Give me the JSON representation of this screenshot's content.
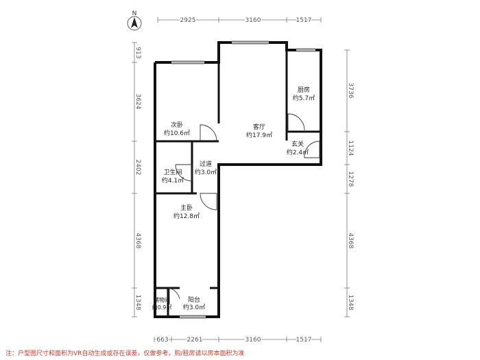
{
  "compass": {
    "label": "N"
  },
  "dimensions": {
    "top": [
      "2925",
      "3160",
      "1517"
    ],
    "bottom": [
      "663",
      "2261",
      "3160",
      "1517"
    ],
    "left": [
      "913",
      "3624",
      "2402",
      "4368",
      "1348"
    ],
    "right": [
      "3736",
      "1124",
      "1278",
      "4368",
      "1348"
    ]
  },
  "rooms": {
    "bedroom2": {
      "name": "次卧",
      "area": "约10.6㎡"
    },
    "living": {
      "name": "客厅",
      "area": "约17.9㎡"
    },
    "kitchen": {
      "name": "厨房",
      "area": "约5.7㎡"
    },
    "entrance": {
      "name": "玄关",
      "area": "约2.4㎡"
    },
    "bathroom": {
      "name": "卫生间",
      "area": "约4.1㎡"
    },
    "corridor": {
      "name": "过道",
      "area": "约3.0㎡"
    },
    "master": {
      "name": "主卧",
      "area": "约12.8㎡"
    },
    "storage": {
      "name": "储物间",
      "area": "约0.9㎡"
    },
    "balcony": {
      "name": "阳台",
      "area": "约3.0㎡"
    }
  },
  "note": "注：户型图尺寸和面积为VR自动生成或存在误差，仅做参考，购/租房请以房本面积为准",
  "colors": {
    "wall": "#111111",
    "dim": "#666666",
    "note": "#d23a2a"
  }
}
